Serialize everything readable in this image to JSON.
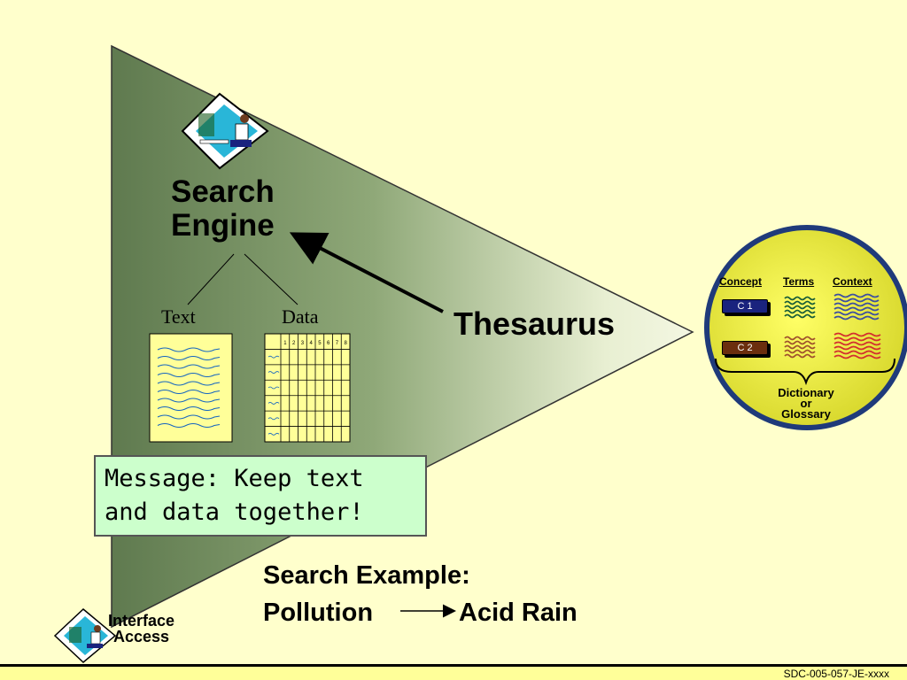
{
  "diagram": {
    "search_engine_line1": "Search",
    "search_engine_line2": "Engine",
    "text_label": "Text",
    "data_label": "Data",
    "thesaurus_label": "Thesaurus",
    "message_line1": "Message: Keep text",
    "message_line2": "and data together!",
    "example_title": "Search Example:",
    "example_from": "Pollution",
    "example_to": "Acid Rain",
    "grid_columns": [
      "1",
      "2",
      "3",
      "4",
      "5",
      "6",
      "7",
      "8"
    ],
    "circle": {
      "header_concept": "Concept",
      "header_terms": "Terms",
      "header_context": "Context",
      "concept_1": "C 1",
      "concept_2": "C 2",
      "dict_line1": "Dictionary",
      "dict_line2": "or",
      "dict_line3": "Glossary"
    },
    "logo_line1": "Interface",
    "logo_line2": "Access"
  },
  "footer": {
    "code": "SDC-005-057-JE-xxxx"
  },
  "colors": {
    "background": "#ffffcc",
    "triangle_dark": "#5f7a4f",
    "triangle_light": "#f0f5dc",
    "circle_fill": "#e6e63a",
    "circle_border": "#1f3a7a",
    "message_fill": "#ccffcc",
    "c1_fill": "#1a237e",
    "c2_fill": "#6b2e0e"
  }
}
